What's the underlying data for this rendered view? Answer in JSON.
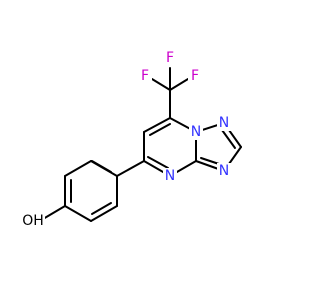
{
  "molecule": {
    "colors": {
      "bond": "#000000",
      "N": "#3333ff",
      "F": "#cc00cc",
      "O": "#000000"
    },
    "atoms": {
      "f_top": "F",
      "f_left": "F",
      "f_right": "F",
      "n_bridge": "N",
      "n_triazole_top": "N",
      "n_triazole_right": "N",
      "n_pyrimidine": "N",
      "hydroxyl": "OH"
    }
  }
}
